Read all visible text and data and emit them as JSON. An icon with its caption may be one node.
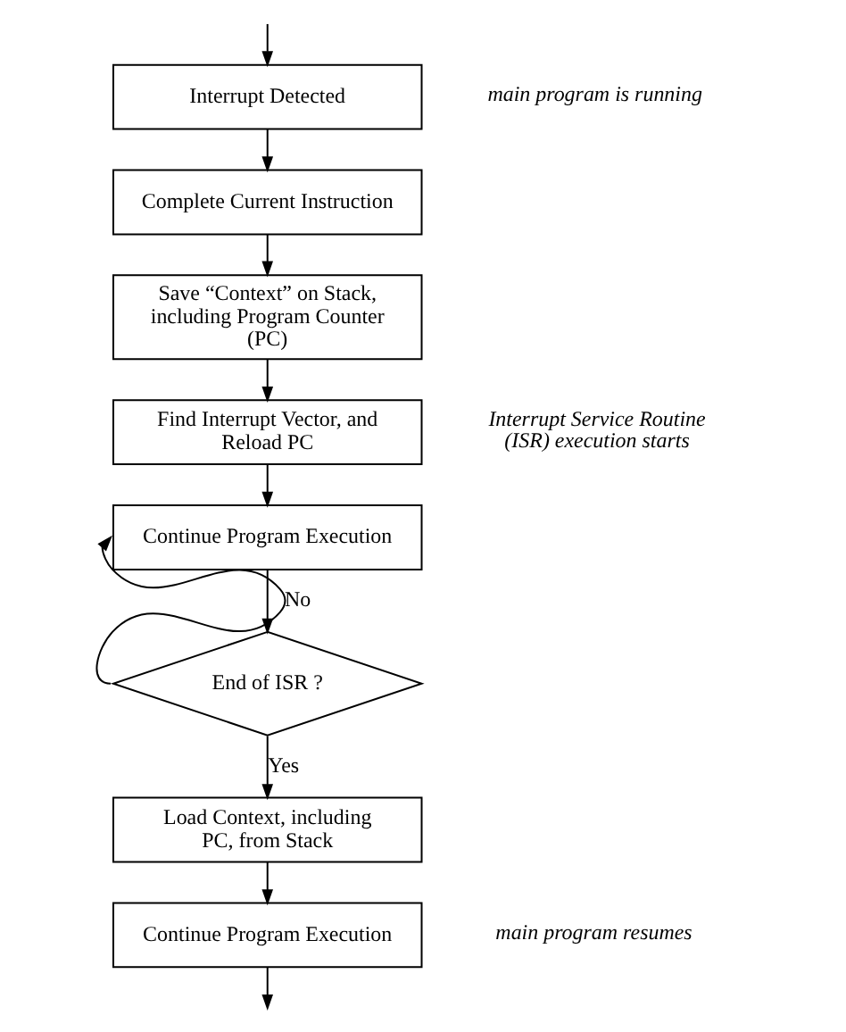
{
  "diagram": {
    "nodes": [
      {
        "text": [
          "Interrupt Detected"
        ],
        "beside": [
          "main program is running"
        ]
      },
      {
        "text": [
          "Complete Current Instruction"
        ]
      },
      {
        "text": [
          "Save “Context” on Stack, including Program Counter (PC)"
        ]
      },
      {
        "text": [
          "Find Interrupt Vector, and Reload PC"
        ],
        "beside": [
          "Interrupt Service Routine (ISR) execution starts"
        ]
      },
      {
        "text": [
          "Continue Program Execution"
        ]
      },
      {
        "text": [
          "End of ISR ?"
        ]
      },
      {
        "text": [
          "Load Context, including PC, from Stack"
        ]
      },
      {
        "text": [
          "Continue Program Execution"
        ],
        "beside": [
          "main program resumes"
        ]
      }
    ],
    "edges": [
      {
        "from": null,
        "to": 0,
        "arrow": "to"
      },
      {
        "from": 0,
        "to": 1,
        "arrow": "to"
      },
      {
        "from": 1,
        "to": 2,
        "arrow": "to"
      },
      {
        "from": 2,
        "to": 3,
        "arrow": "to"
      },
      {
        "from": 3,
        "to": 4,
        "arrow": "to"
      },
      {
        "from": 4,
        "to": 5,
        "arrow": "to"
      },
      {
        "from": 5,
        "to": 4,
        "arrow": "to",
        "label": "No"
      },
      {
        "from": 5,
        "to": 6,
        "arrow": "to",
        "label": "Yes"
      },
      {
        "from": 6,
        "to": 7,
        "arrow": "to"
      },
      {
        "from": 7,
        "to": null,
        "arrow": "to"
      }
    ]
  }
}
